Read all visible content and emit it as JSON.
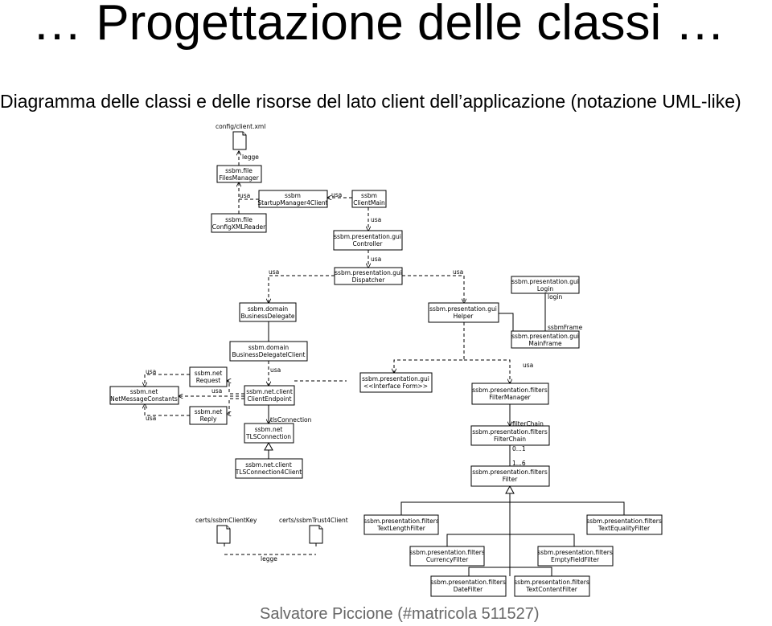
{
  "title": "… Progettazione delle classi …",
  "subtitle": "Diagramma delle classi e delle risorse del lato client dell’applicazione (notazione UML-like)",
  "footer": "Salvatore Piccione (#matricola 511527)",
  "diagram": {
    "boxes": [
      {
        "id": "files-manager",
        "lines": [
          "ssbm.file",
          "FilesManager"
        ]
      },
      {
        "id": "startup-manager",
        "lines": [
          "ssbm",
          "StartupManager4Client"
        ]
      },
      {
        "id": "client-main",
        "lines": [
          "ssbm",
          "ClientMain"
        ]
      },
      {
        "id": "config-xml-reader",
        "lines": [
          "ssbm.file",
          "ConfigXMLReader"
        ]
      },
      {
        "id": "controller",
        "lines": [
          "ssbm.presentation.gui",
          "Controller"
        ]
      },
      {
        "id": "dispatcher",
        "lines": [
          "ssbm.presentation.gui",
          "Dispatcher"
        ]
      },
      {
        "id": "login",
        "lines": [
          "ssbm.presentation.gui",
          "Login"
        ]
      },
      {
        "id": "business-delegate",
        "lines": [
          "ssbm.domain",
          "BusinessDelegate"
        ]
      },
      {
        "id": "helper",
        "lines": [
          "ssbm.presentation.gui",
          "Helper"
        ]
      },
      {
        "id": "main-frame",
        "lines": [
          "ssbm.presentation.gui",
          "MainFrame"
        ]
      },
      {
        "id": "business-delegate-client",
        "lines": [
          "ssbm.domain",
          "BusinessDelegateIClient"
        ]
      },
      {
        "id": "request",
        "lines": [
          "ssbm.net",
          "Request"
        ]
      },
      {
        "id": "net-message-constants",
        "lines": [
          "ssbm.net",
          "NetMessageConstants"
        ]
      },
      {
        "id": "client-endpoint",
        "lines": [
          "ssbm.net.client",
          "ClientEndpoint"
        ]
      },
      {
        "id": "reply",
        "lines": [
          "ssbm.net",
          "Reply"
        ]
      },
      {
        "id": "interface-form",
        "lines": [
          "ssbm.presentation.gui",
          "<<Interface Form>>"
        ]
      },
      {
        "id": "filter-manager",
        "lines": [
          "ssbm.presentation.filters",
          "FilterManager"
        ]
      },
      {
        "id": "tls-connection",
        "lines": [
          "ssbm.net",
          "TLSConnection"
        ]
      },
      {
        "id": "filter-chain",
        "lines": [
          "ssbm.presentation.filters",
          "FilterChain"
        ]
      },
      {
        "id": "tls-connection-4-client",
        "lines": [
          "ssbm.net.client",
          "TLSConnection4Client"
        ]
      },
      {
        "id": "filter",
        "lines": [
          "ssbm.presentation.filters",
          "Filter"
        ]
      },
      {
        "id": "text-length-filter",
        "lines": [
          "ssbm.presentation.filters",
          "TextLengthFilter"
        ]
      },
      {
        "id": "text-equality-filter",
        "lines": [
          "ssbm.presentation.filters",
          "TextEqualityFilter"
        ]
      },
      {
        "id": "currency-filter",
        "lines": [
          "ssbm.presentation.filters",
          "CurrencyFilter"
        ]
      },
      {
        "id": "empty-field-filter",
        "lines": [
          "ssbm.presentation.filters",
          "EmptyFieldFilter"
        ]
      },
      {
        "id": "date-filter",
        "lines": [
          "ssbm.presentation.filters",
          "DateFilter"
        ]
      },
      {
        "id": "text-content-filter",
        "lines": [
          "ssbm.presentation.filters",
          "TextContentFilter"
        ]
      }
    ],
    "files": [
      {
        "id": "config-client-xml",
        "label": "config/client.xml"
      },
      {
        "id": "certs-client-key",
        "label": "certs/ssbmClientKey"
      },
      {
        "id": "certs-trust-client",
        "label": "certs/ssbmTrust4Client"
      }
    ],
    "edge_labels": [
      {
        "id": "legge-1",
        "text": "legge"
      },
      {
        "id": "usa-1",
        "text": "usa"
      },
      {
        "id": "usa-2",
        "text": "usa"
      },
      {
        "id": "usa-3",
        "text": "usa"
      },
      {
        "id": "usa-4",
        "text": "usa"
      },
      {
        "id": "usa-5",
        "text": "usa"
      },
      {
        "id": "usa-6",
        "text": "usa"
      },
      {
        "id": "login-lbl",
        "text": "login"
      },
      {
        "id": "ssbmframe-lbl",
        "text": "ssbmFrame"
      },
      {
        "id": "usa-7",
        "text": "usa"
      },
      {
        "id": "usa-8",
        "text": "usa"
      },
      {
        "id": "usa-9",
        "text": "usa"
      },
      {
        "id": "usa-10",
        "text": "usa"
      },
      {
        "id": "usa-11",
        "text": "usa"
      },
      {
        "id": "tlsconnection-lbl",
        "text": "tlsConnection"
      },
      {
        "id": "filterchain-lbl",
        "text": "filterChain"
      },
      {
        "id": "mult-1",
        "text": "0...1"
      },
      {
        "id": "mult-2",
        "text": "1...6"
      },
      {
        "id": "legge-2",
        "text": "legge"
      }
    ]
  }
}
